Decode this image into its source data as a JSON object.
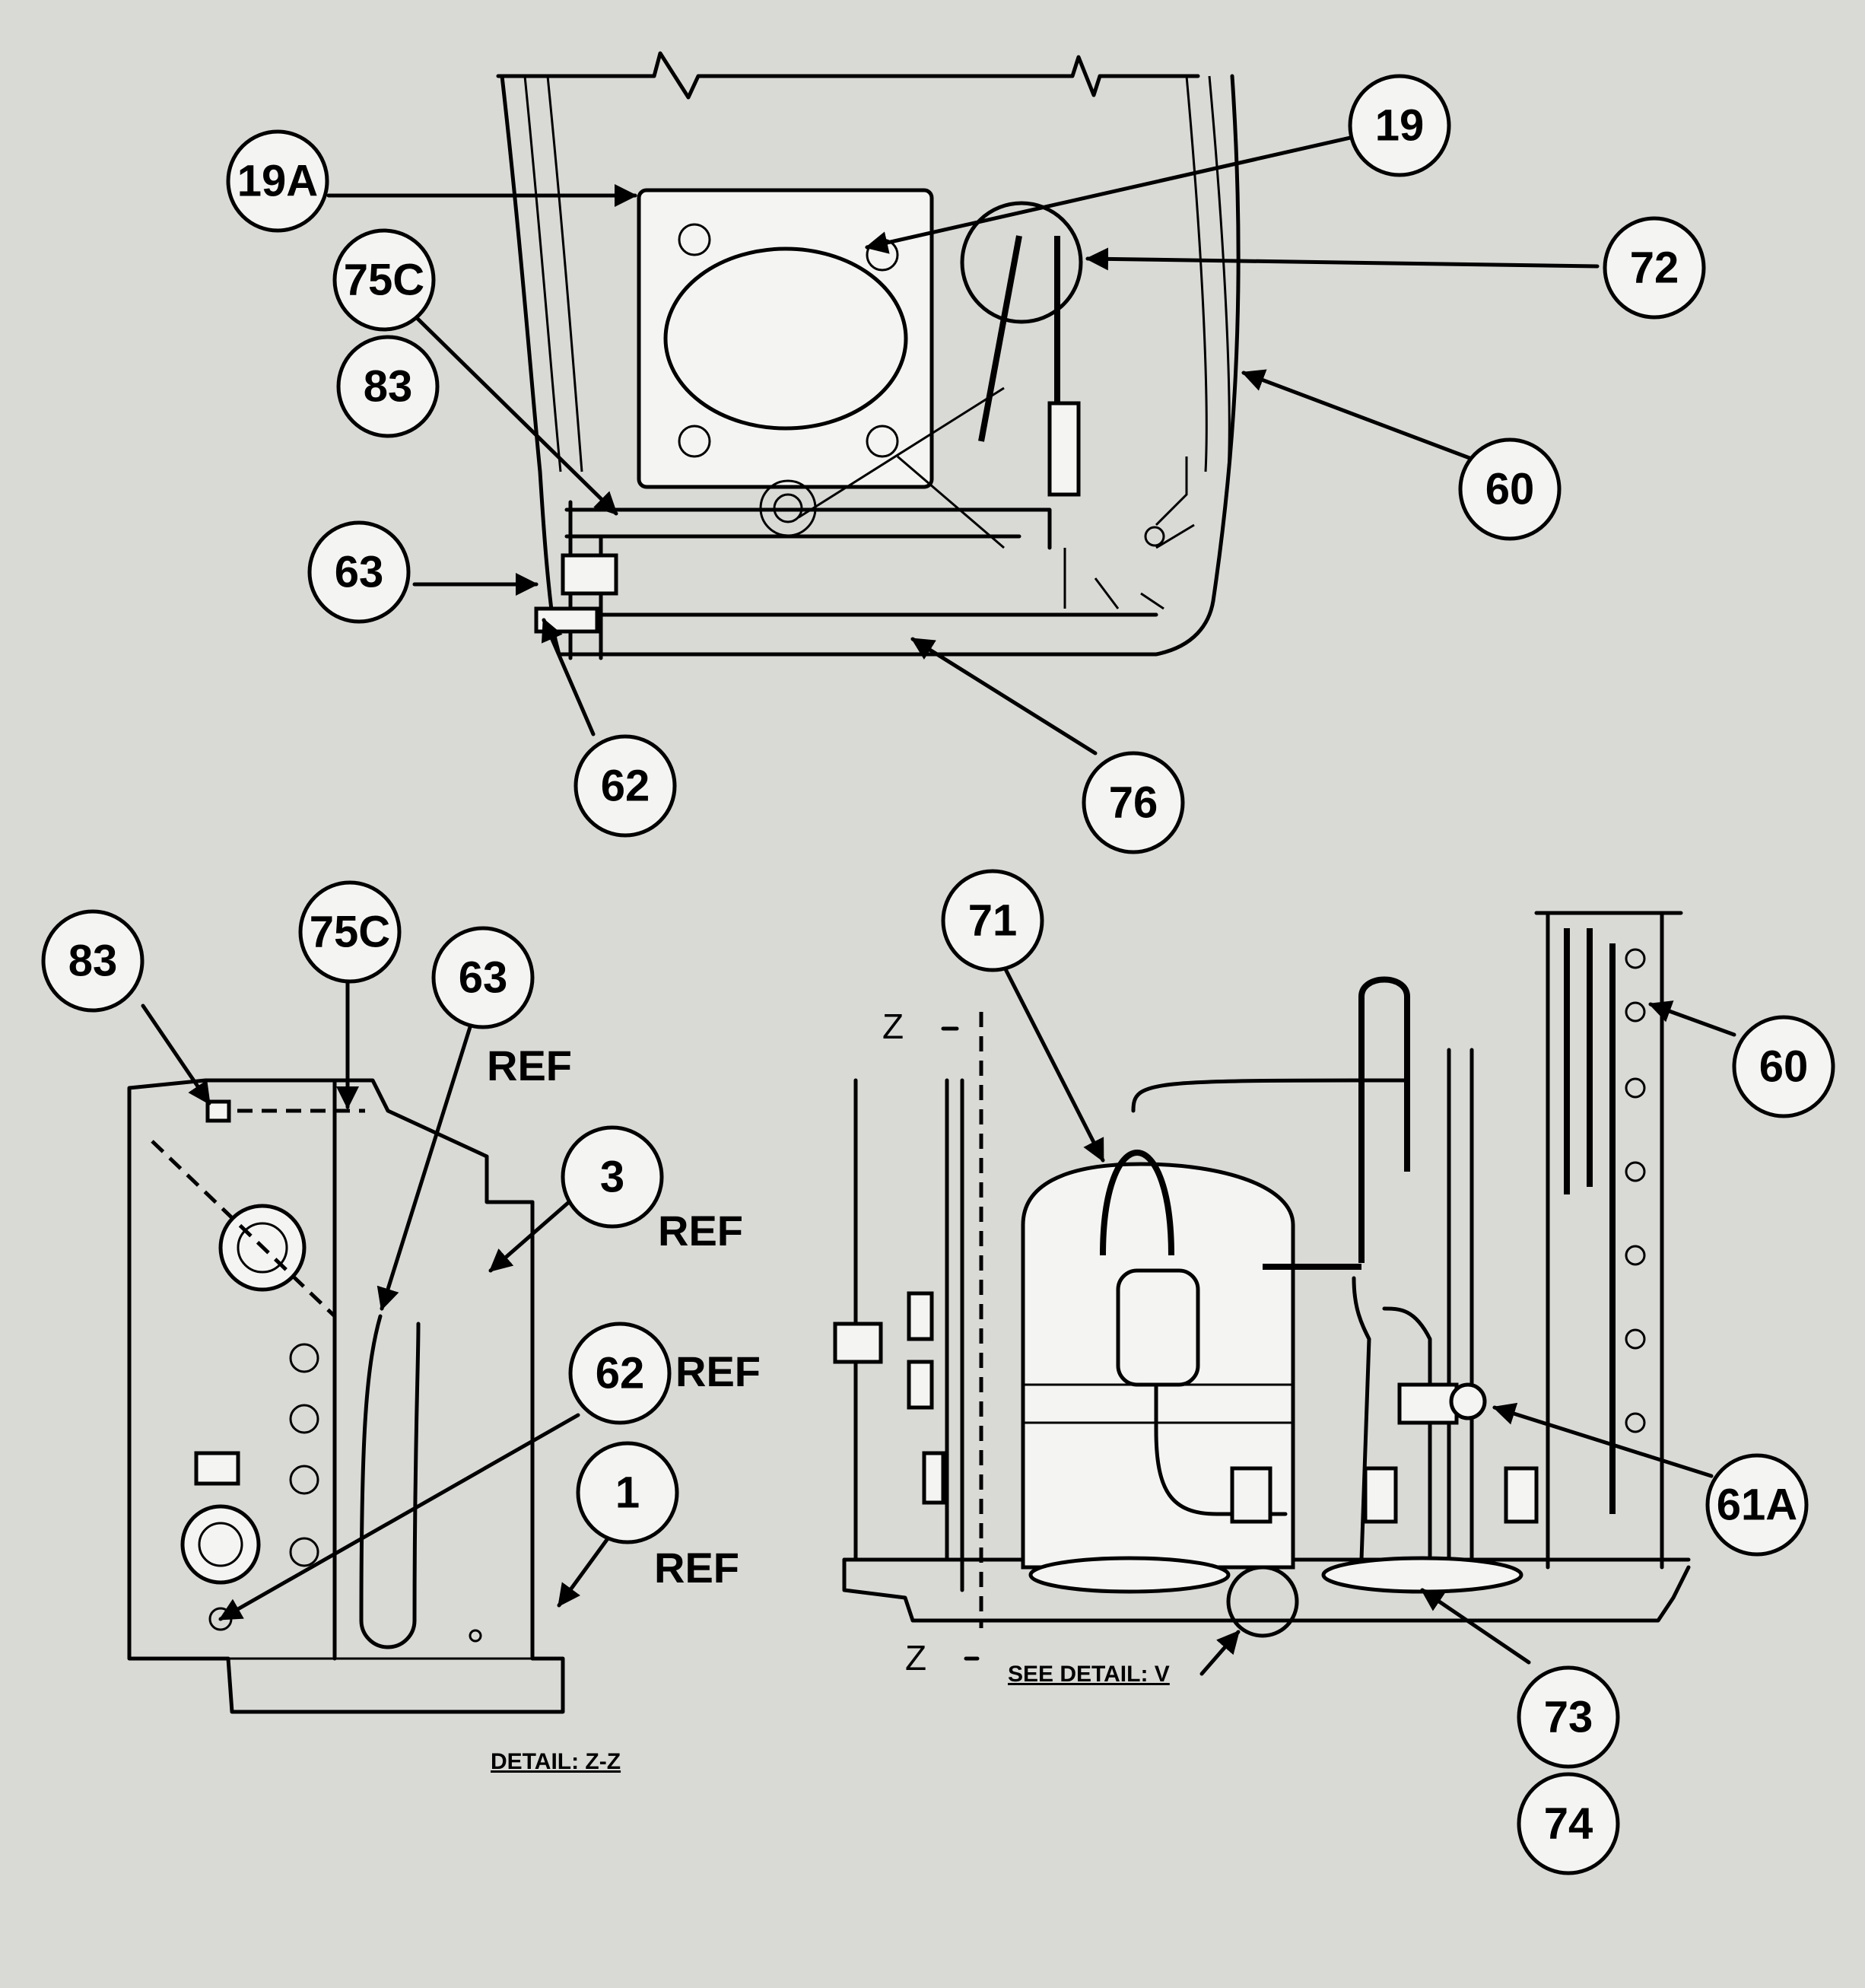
{
  "callouts": {
    "c19a": "19A",
    "c19": "19",
    "c72": "72",
    "c75c_top": "75C",
    "c83_top": "83",
    "c60_top": "60",
    "c63_top": "63",
    "c62_top": "62",
    "c76": "76",
    "c83_detail": "83",
    "c75c_detail": "75C",
    "c63_detail": "63",
    "c3": "3",
    "c62_detail": "62",
    "c1": "1",
    "c71": "71",
    "c60_right": "60",
    "c61a": "61A",
    "c73": "73",
    "c74": "74"
  },
  "ref_labels": {
    "ref_63": "REF",
    "ref_3": "REF",
    "ref_62": "REF",
    "ref_1": "REF"
  },
  "section_marks": {
    "z_top": "Z",
    "z_bottom": "Z"
  },
  "notes": {
    "detail_zz": "DETAIL: Z-Z",
    "see_detail_v": "SEE DETAIL: V"
  }
}
